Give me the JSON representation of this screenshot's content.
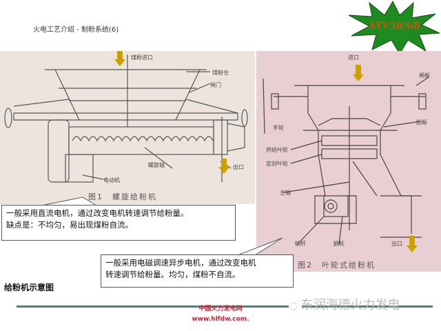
{
  "header": {
    "title": "火电工艺介绍 - 制粉系统(6)",
    "badge": "ATV58/68"
  },
  "figure1": {
    "caption": "图1　螺旋给粉机",
    "labels": {
      "inlet": "煤粉进口",
      "bin": "煤粉仓",
      "gate": "闸门",
      "screw": "螺旋轴",
      "outlet": "出口",
      "motor": "电动机"
    }
  },
  "figure2": {
    "caption": "图2　叶轮式给粉机",
    "labels": {
      "inlet": "进口",
      "plate": "闸板",
      "handwheel": "手轮",
      "scraper": "刮板",
      "feed_impeller": "供给叶轮",
      "seal_impeller": "定封叶轮",
      "shaft": "主轴",
      "worm": "蜗杆",
      "worm_wheel": "蜗轮",
      "outlet": "出口"
    }
  },
  "callout1": {
    "line1": "一般采用直流电机，通过改变电机转速调节给粉量。",
    "line2": "缺点是：不均匀，易出现煤粉自流。"
  },
  "callout2": {
    "line1": "一般采用电磁调速异步电机，通过改变电机",
    "line2": "转速调节给粉量。均匀，煤粉不自流。"
  },
  "section_heading": "给粉机示意图",
  "footer": {
    "site_name": "中国火力发电网",
    "url": "www.hlfdw.com.",
    "watermark": "东润海德火力发电"
  },
  "colors": {
    "badge_green": "#1f8a1f",
    "badge_text": "#c05a10",
    "arrow": "#c9a000",
    "rule": "#4d7f6d",
    "footer_red": "#c0283a"
  }
}
